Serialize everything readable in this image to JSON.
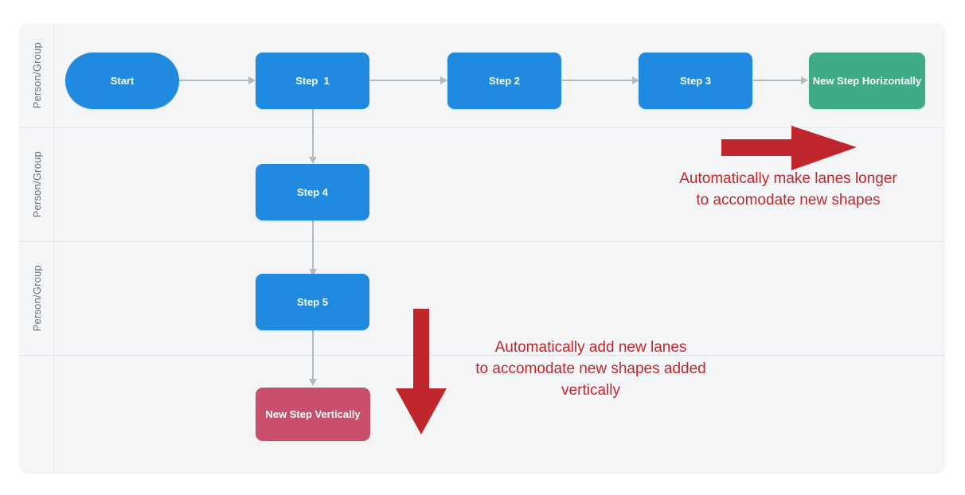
{
  "diagram": {
    "title": "Swimlane flowchart auto-expansion demo",
    "colors": {
      "process": "#1f8ae0",
      "added_horizontal": "#40a985",
      "added_vertical": "#c94f6d",
      "annotation": "#c0272d",
      "lane_background": "#f4f5f7",
      "lane_border": "#e3e5e8",
      "connector": "#b6b9bd"
    },
    "lanes": [
      {
        "label": "Person/Group"
      },
      {
        "label": "Person/Group"
      },
      {
        "label": "Person/Group"
      },
      {
        "label": ""
      }
    ],
    "nodes": [
      {
        "id": "start",
        "label": "Start",
        "shape": "terminal",
        "kind": "process"
      },
      {
        "id": "step1",
        "label": "Step  1",
        "shape": "process",
        "kind": "process"
      },
      {
        "id": "step2",
        "label": "Step 2",
        "shape": "process",
        "kind": "process"
      },
      {
        "id": "step3",
        "label": "Step 3",
        "shape": "process",
        "kind": "process"
      },
      {
        "id": "newh",
        "label": "New Step Horizontally",
        "shape": "process",
        "kind": "added-horizontal"
      },
      {
        "id": "step4",
        "label": "Step 4",
        "shape": "process",
        "kind": "process"
      },
      {
        "id": "step5",
        "label": "Step 5",
        "shape": "process",
        "kind": "process"
      },
      {
        "id": "newv",
        "label": "New Step Vertically",
        "shape": "process",
        "kind": "added-vertical"
      }
    ],
    "annotations": [
      {
        "id": "horizontal-note",
        "text": "Automatically make lanes longer\nto accomodate new shapes",
        "arrow": "right"
      },
      {
        "id": "vertical-note",
        "text": "Automatically add new lanes\nto accomodate new shapes added\nvertically",
        "arrow": "down"
      }
    ]
  }
}
